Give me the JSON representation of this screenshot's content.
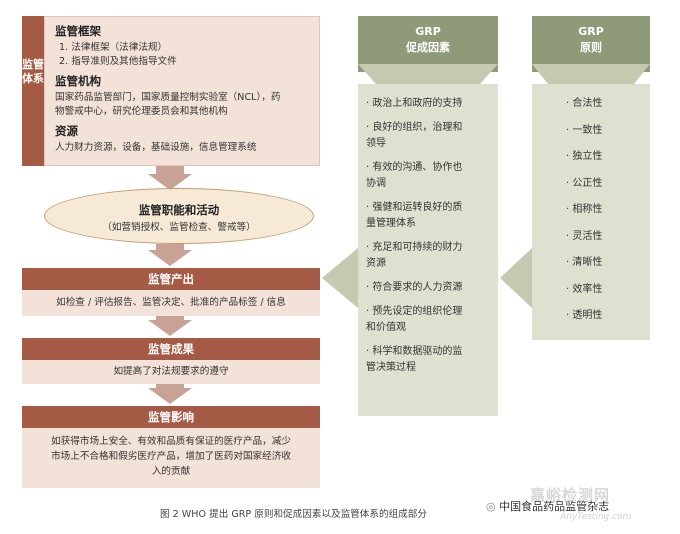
{
  "system": {
    "side_label": "监管体系",
    "framework_title": "监管框架",
    "framework_line1": "1. 法律框架（法律法规）",
    "framework_line2": "2. 指导准则及其他指导文件",
    "org_title": "监管机构",
    "org_line1": "国家药品监管部门，国家质量控制实验室（NCL），药",
    "org_line2": "物警戒中心，研究伦理委员会和其他机构",
    "resources_title": "资源",
    "resources_line1": "人力财力资源，设备，基础设施，信息管理系统"
  },
  "functions": {
    "title": "监管职能和活动",
    "subtitle": "（如营销授权、监管检查、警戒等）"
  },
  "output": {
    "title": "监管产出",
    "body": "如检查 / 评估报告、监管决定、批准的产品标签 / 信息"
  },
  "outcome": {
    "title": "监管成果",
    "body": "如提高了对法规要求的遵守"
  },
  "impact": {
    "title": "监管影响",
    "line1": "如获得市场上安全、有效和品质有保证的医疗产品，减少",
    "line2": "市场上不合格和假劣医疗产品，增加了医药对国家经济收",
    "line3": "入的贡献"
  },
  "enablers": {
    "title1": "GRP",
    "title2": "促成因素",
    "items": [
      [
        "· 政治上和政府的支持",
        ""
      ],
      [
        "· 良好的组织，治理和",
        "  领导"
      ],
      [
        "· 有效的沟通、协作也",
        "  协调"
      ],
      [
        "· 强健和运转良好的质",
        "  量管理体系"
      ],
      [
        "· 充足和可持续的财力",
        "  资源"
      ],
      [
        "· 符合要求的人力资源",
        ""
      ],
      [
        "· 预先设定的组织伦理",
        "  和价值观"
      ],
      [
        "· 科学和数据驱动的监",
        "  管决策过程"
      ]
    ]
  },
  "principles": {
    "title1": "GRP",
    "title2": "原则",
    "items": [
      "· 合法性",
      "· 一致性",
      "· 独立性",
      "· 公正性",
      "· 相称性",
      "· 灵活性",
      "· 清晰性",
      "· 效率性",
      "· 透明性"
    ]
  },
  "caption": "图 2   WHO 提出 GRP 原则和促成因素以及监管体系的组成部分",
  "watermark": {
    "wechat": "中国食品药品监管杂志",
    "site_cn": "嘉峪检测网",
    "site_en": "AnyTesting.com"
  },
  "colors": {
    "accent": "#a45a44",
    "light": "#f3e2d8",
    "green": "#8f9a78",
    "green_light": "#dfe1d0"
  }
}
